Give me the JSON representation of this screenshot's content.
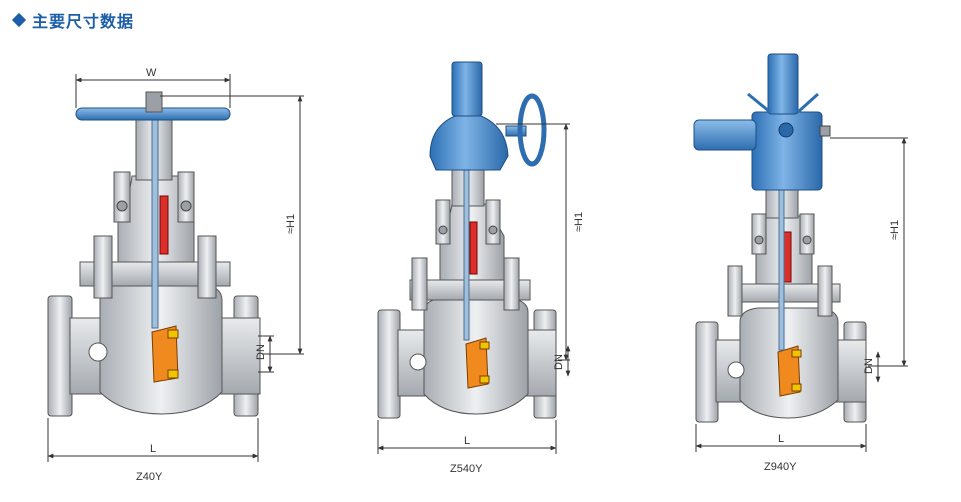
{
  "header": {
    "title": "主要尺寸数据"
  },
  "valves": [
    {
      "model": "Z40Y",
      "label_w": "W",
      "label_h1": "≈H1",
      "label_dn": "DN",
      "label_l": "L"
    },
    {
      "model": "Z540Y",
      "label_h1": "≈H1",
      "label_dn": "DN",
      "label_l": "L"
    },
    {
      "model": "Z940Y",
      "label_h1": "≈H1",
      "label_dn": "DN",
      "label_l": "L"
    }
  ],
  "colors": {
    "accent": "#1c5fa8",
    "actuator": "#3f88d0",
    "body": "#cfd3d8",
    "seat": "#f08a1e",
    "stem_packing": "#d9302a",
    "bolt": "#9aa0a6"
  }
}
